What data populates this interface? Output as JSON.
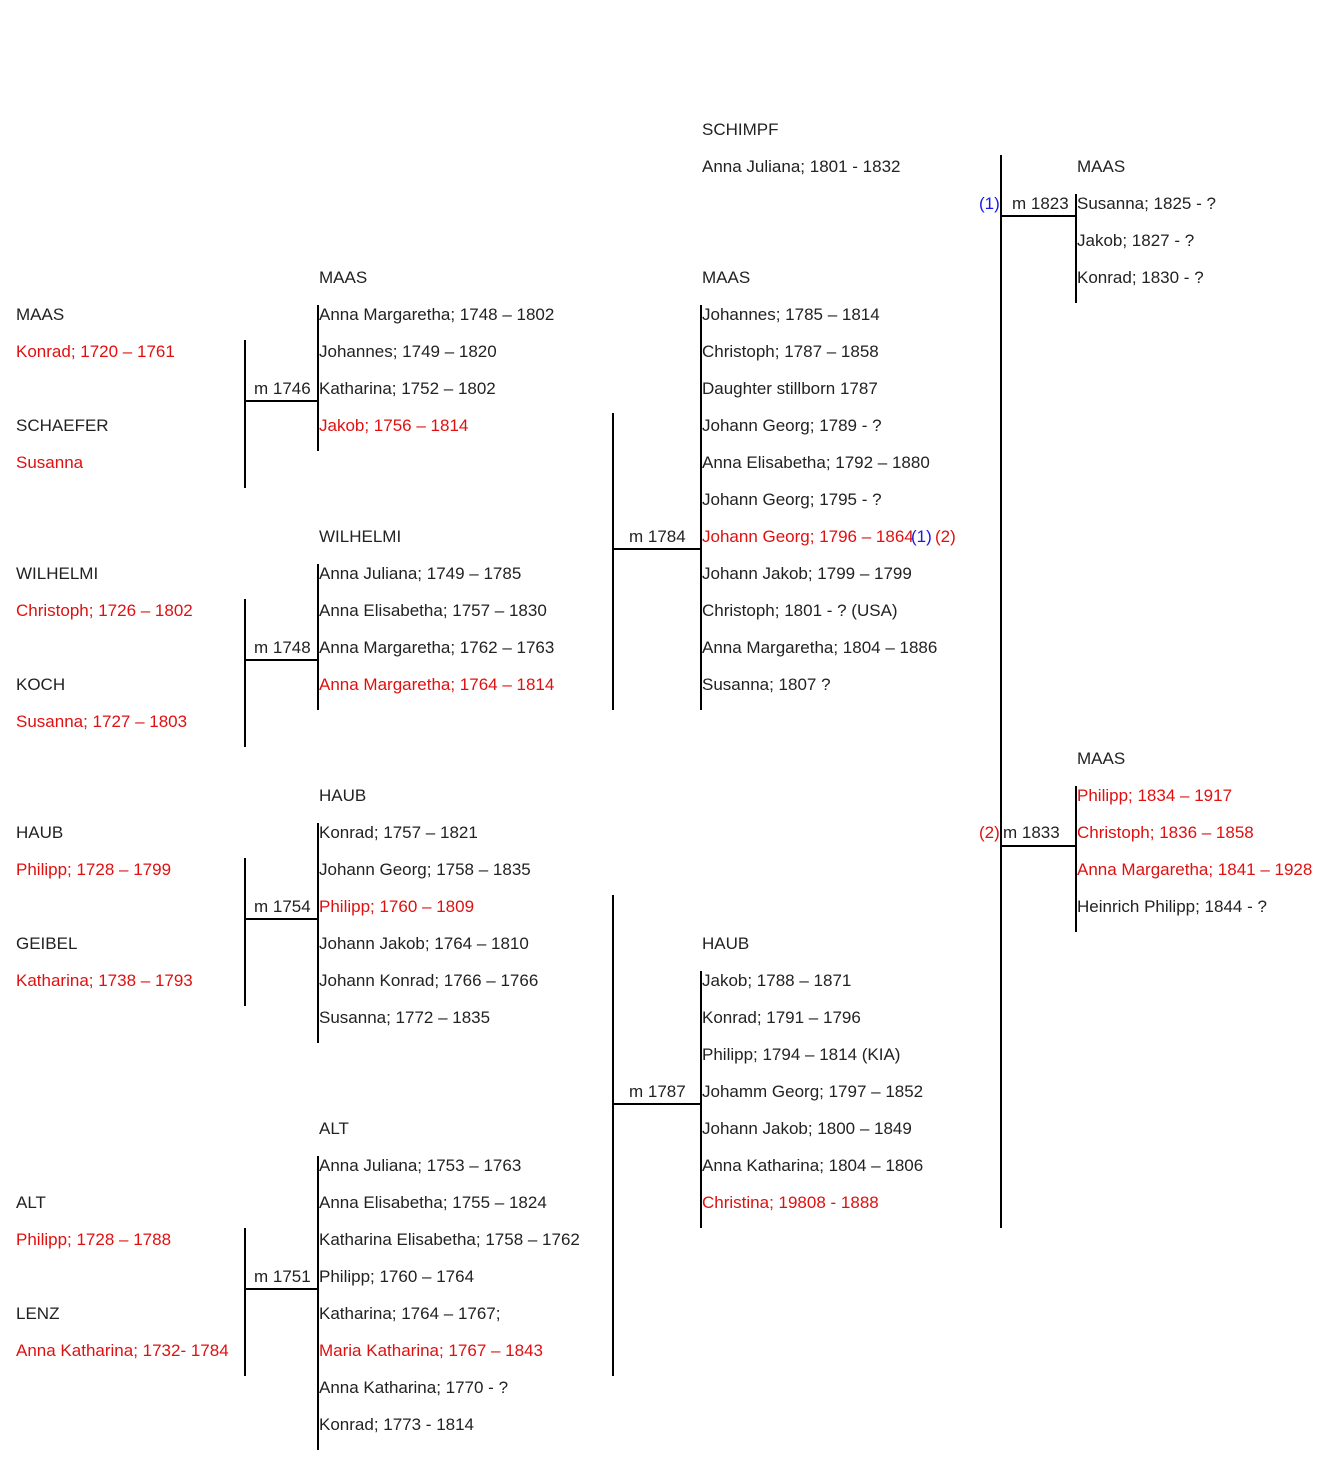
{
  "families": [
    {
      "id": "maas1746",
      "head": "MAAS",
      "marriage": "m 1746",
      "father": {
        "surname": "MAAS",
        "name": "Konrad; 1720 – 1761",
        "ancestor": true
      },
      "mother": {
        "surname": "SCHAEFER",
        "name": "Susanna",
        "ancestor": true
      },
      "children": [
        {
          "text": "Anna Margaretha; 1748 – 1802",
          "ancestor": false
        },
        {
          "text": "Johannes; 1749 – 1820",
          "ancestor": false
        },
        {
          "text": "Katharina; 1752 – 1802",
          "ancestor": false
        },
        {
          "text": "Jakob; 1756 – 1814",
          "ancestor": true
        }
      ]
    },
    {
      "id": "wilhelmi1748",
      "head": "WILHELMI",
      "marriage": "m 1748",
      "father": {
        "surname": "WILHELMI",
        "name": "Christoph; 1726 – 1802",
        "ancestor": true
      },
      "mother": {
        "surname": "KOCH",
        "name": "Susanna; 1727 – 1803",
        "ancestor": true
      },
      "children": [
        {
          "text": "Anna Juliana; 1749 – 1785",
          "ancestor": false
        },
        {
          "text": "Anna Elisabetha; 1757 – 1830",
          "ancestor": false
        },
        {
          "text": "Anna Margaretha; 1762 – 1763",
          "ancestor": false
        },
        {
          "text": "Anna Margaretha; 1764 – 1814",
          "ancestor": true
        }
      ]
    },
    {
      "id": "haub1754",
      "head": "HAUB",
      "marriage": "m 1754",
      "father": {
        "surname": "HAUB",
        "name": "Philipp; 1728 – 1799",
        "ancestor": true
      },
      "mother": {
        "surname": "GEIBEL",
        "name": "Katharina; 1738 – 1793",
        "ancestor": true
      },
      "children": [
        {
          "text": "Konrad; 1757 – 1821",
          "ancestor": false
        },
        {
          "text": "Johann Georg; 1758 – 1835",
          "ancestor": false
        },
        {
          "text": "Philipp; 1760 – 1809",
          "ancestor": true
        },
        {
          "text": "Johann Jakob; 1764 – 1810",
          "ancestor": false
        },
        {
          "text": "Johann Konrad; 1766 – 1766",
          "ancestor": false
        },
        {
          "text": "Susanna; 1772 – 1835",
          "ancestor": false
        }
      ]
    },
    {
      "id": "alt1751",
      "head": "ALT",
      "marriage": "m 1751",
      "father": {
        "surname": "ALT",
        "name": "Philipp; 1728 – 1788",
        "ancestor": true
      },
      "mother": {
        "surname": "LENZ",
        "name": "Anna Katharina; 1732- 1784",
        "ancestor": true
      },
      "children": [
        {
          "text": "Anna Juliana; 1753 – 1763",
          "ancestor": false
        },
        {
          "text": "Anna Elisabetha; 1755 – 1824",
          "ancestor": false
        },
        {
          "text": "Katharina Elisabetha; 1758 – 1762",
          "ancestor": false
        },
        {
          "text": "Philipp; 1760 – 1764",
          "ancestor": false
        },
        {
          "text": "Katharina; 1764 – 1767;",
          "ancestor": false
        },
        {
          "text": "Maria Katharina; 1767 – 1843",
          "ancestor": true
        },
        {
          "text": "Anna Katharina; 1770 - ?",
          "ancestor": false
        },
        {
          "text": "Konrad; 1773 - 1814",
          "ancestor": false
        }
      ]
    },
    {
      "id": "maas1784",
      "head": "MAAS",
      "marriage": "m 1784",
      "children": [
        {
          "text": "Johannes; 1785 – 1814",
          "ancestor": false
        },
        {
          "text": "Christoph; 1787 – 1858",
          "ancestor": false
        },
        {
          "text": "Daughter stillborn 1787",
          "ancestor": false
        },
        {
          "text": "Johann Georg; 1789 - ?",
          "ancestor": false
        },
        {
          "text": "Anna Elisabetha; 1792 – 1880",
          "ancestor": false
        },
        {
          "text": "Johann Georg; 1795 - ?",
          "ancestor": false
        },
        {
          "text": "Johann Georg; 1796 – 1864",
          "ancestor": true
        },
        {
          "text": "Johann Jakob; 1799 – 1799",
          "ancestor": false
        },
        {
          "text": "Christoph; 1801 - ? (USA)",
          "ancestor": false
        },
        {
          "text": "Anna Margaretha; 1804 – 1886",
          "ancestor": false
        },
        {
          "text": "Susanna; 1807 ?",
          "ancestor": false
        }
      ]
    },
    {
      "id": "haub1787",
      "head": "HAUB",
      "marriage": "m 1787",
      "children": [
        {
          "text": "Jakob; 1788 – 1871",
          "ancestor": false
        },
        {
          "text": "Konrad; 1791 – 1796",
          "ancestor": false
        },
        {
          "text": "Philipp; 1794 – 1814 (KIA)",
          "ancestor": false
        },
        {
          "text": "Johamm Georg; 1797 – 1852",
          "ancestor": false
        },
        {
          "text": "Johann Jakob; 1800 – 1849",
          "ancestor": false
        },
        {
          "text": "Anna Katharina; 1804 – 1806",
          "ancestor": false
        },
        {
          "text": "Christina; 19808 - 1888",
          "ancestor": true
        }
      ]
    },
    {
      "id": "maas1823",
      "head": "MAAS",
      "marriage": "m 1823",
      "marker": "(1)",
      "children": [
        {
          "text": "Susanna; 1825 - ?",
          "ancestor": false
        },
        {
          "text": "Jakob; 1827 - ?",
          "ancestor": false
        },
        {
          "text": "Konrad; 1830 - ?",
          "ancestor": false
        }
      ]
    },
    {
      "id": "maas1833",
      "head": "MAAS",
      "marriage": "m 1833",
      "marker": "(2)",
      "children": [
        {
          "text": "Philipp; 1834 – 1917",
          "ancestor": true
        },
        {
          "text": "Christoph; 1836 – 1858",
          "ancestor": true
        },
        {
          "text": "Anna Margaretha; 1841 – 1928",
          "ancestor": true
        },
        {
          "text": "Heinrich Philipp; 1844 - ?",
          "ancestor": false
        }
      ]
    }
  ],
  "first_wife": {
    "surname": "SCHIMPF",
    "name": "Anna Juliana; 1801 - 1832"
  },
  "marriage_markers": {
    "first": "(1)",
    "second": "(2)"
  },
  "colors": {
    "ancestor": "#e01010",
    "marker_first": "#1a1ae6",
    "marker_second": "#e01010",
    "text": "#222222",
    "lines": "#000000"
  }
}
